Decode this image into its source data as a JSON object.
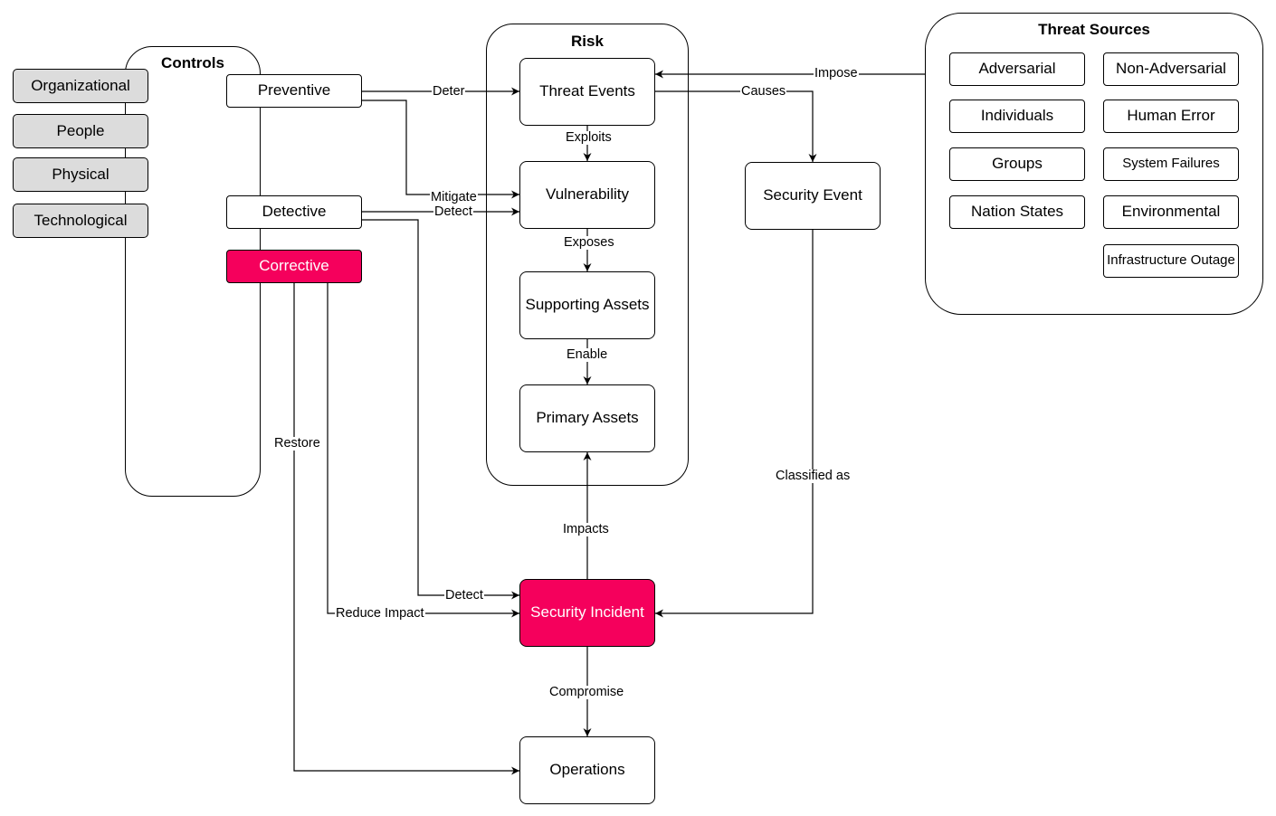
{
  "groups": {
    "controls": "Controls",
    "risk": "Risk",
    "threat_sources": "Threat Sources"
  },
  "control_domains": [
    "Organizational",
    "People",
    "Physical",
    "Technological"
  ],
  "controls": {
    "preventive": "Preventive",
    "detective": "Detective",
    "corrective": "Corrective"
  },
  "risk": {
    "threat_events": "Threat Events",
    "vulnerability": "Vulnerability",
    "supporting_assets": "Supporting Assets",
    "primary_assets": "Primary Assets"
  },
  "events": {
    "security_event": "Security Event",
    "security_incident": "Security Incident",
    "operations": "Operations"
  },
  "threat_sources": {
    "adversarial": "Adversarial",
    "non_adversarial": "Non-Adversarial",
    "individuals": "Individuals",
    "human_error": "Human Error",
    "groups": "Groups",
    "system_failures": "System Failures",
    "nation_states": "Nation States",
    "environmental": "Environmental",
    "infrastructure_outage": "Infrastructure Outage"
  },
  "edge_labels": {
    "deter": "Deter",
    "mitigate": "Mitigate",
    "detect_vuln": "Detect",
    "detect_incident": "Detect",
    "reduce_impact": "Reduce Impact",
    "restore": "Restore",
    "exploits": "Exploits",
    "exposes": "Exposes",
    "enable": "Enable",
    "impose": "Impose",
    "causes": "Causes",
    "classified_as": "Classified as",
    "impacts": "Impacts",
    "compromise": "Compromise"
  },
  "colors": {
    "highlight": "#f5005c",
    "domain_fill": "#dcdcdc",
    "line": "#000000"
  }
}
